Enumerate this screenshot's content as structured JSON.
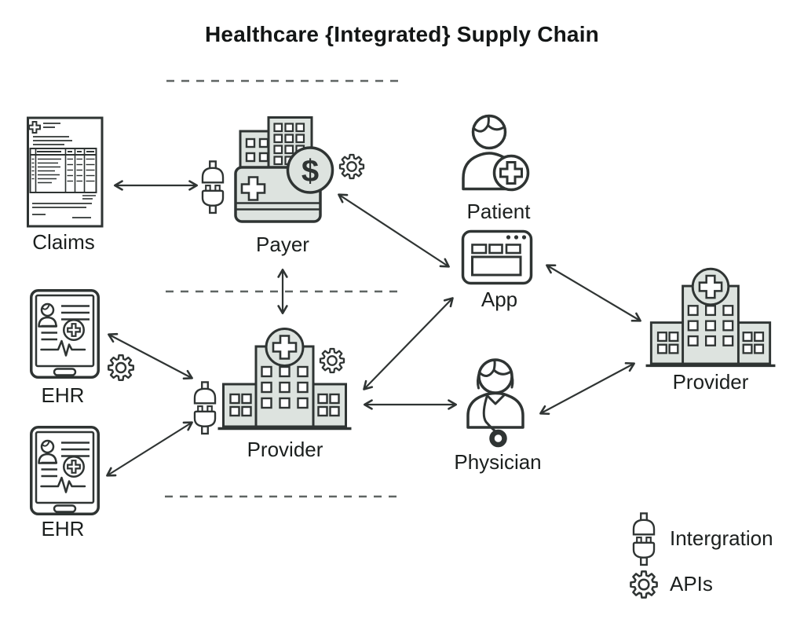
{
  "title": "Healthcare {Integrated} Supply Chain",
  "nodes": {
    "claims": {
      "label": "Claims",
      "icon": "medical-claim-document-icon"
    },
    "payer": {
      "label": "Payer",
      "icon": "payer-buildings-insurance-card-icon",
      "badge": "$"
    },
    "patient": {
      "label": "Patient",
      "icon": "patient-person-medical-cross-icon"
    },
    "app": {
      "label": "App",
      "icon": "app-browser-window-icon"
    },
    "ehr_top": {
      "label": "EHR",
      "icon": "ehr-tablet-icon"
    },
    "ehr_bottom": {
      "label": "EHR",
      "icon": "ehr-tablet-icon"
    },
    "provider_center": {
      "label": "Provider",
      "icon": "hospital-building-icon"
    },
    "provider_right": {
      "label": "Provider",
      "icon": "hospital-building-icon"
    },
    "physician": {
      "label": "Physician",
      "icon": "physician-stethoscope-icon"
    }
  },
  "legend": {
    "integration": {
      "label": "Intergration",
      "icon": "plug-integration-icon"
    },
    "apis": {
      "label": "APIs",
      "icon": "gear-icon"
    }
  },
  "connections": [
    "claims-payer",
    "payer-app",
    "payer-provider_center",
    "ehr_top-provider_center",
    "ehr_bottom-provider_center",
    "provider_center-physician",
    "provider_center-app",
    "app-provider_right",
    "physician-provider_right"
  ],
  "colors": {
    "outline": "#2f3433",
    "building_fill": "#dde3df",
    "dashed_line": "#5f6563",
    "text": "#1b1f1e",
    "background": "#ffffff"
  }
}
